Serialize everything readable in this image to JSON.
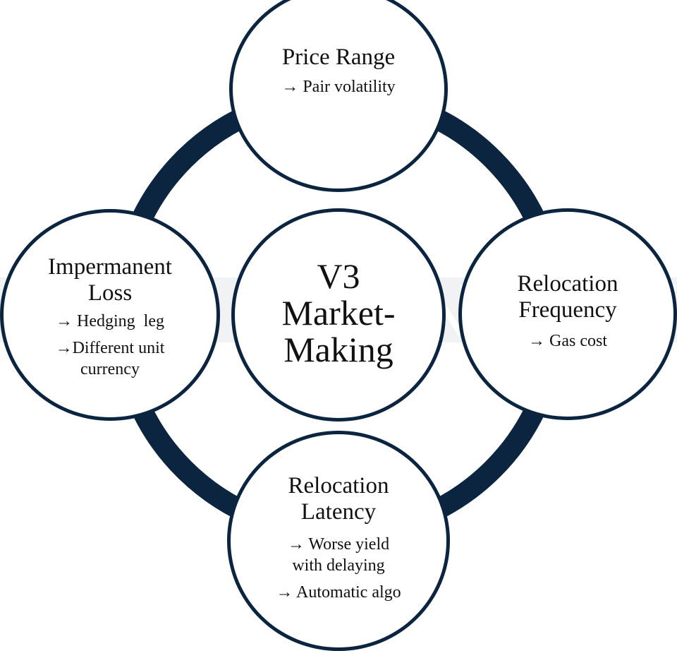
{
  "watermark": "ALT VENTURES",
  "ring_color": "#0b2540",
  "nodes": {
    "top": {
      "title": "Price Range",
      "notes": [
        "→ Pair volatility"
      ]
    },
    "left": {
      "title_lines": [
        "Impermanent",
        "Loss"
      ],
      "notes": [
        "→ Hedging  leg",
        "→Different unit",
        "currency"
      ]
    },
    "right": {
      "title_lines": [
        "Relocation",
        "Frequency"
      ],
      "notes": [
        "→ Gas cost"
      ]
    },
    "bottom": {
      "title_lines": [
        "Relocation",
        "Latency"
      ],
      "notes": [
        "→ Worse yield",
        "with delaying",
        "→ Automatic algo"
      ]
    },
    "center": {
      "title_lines": [
        "V3",
        "Market-",
        "Making"
      ]
    }
  }
}
